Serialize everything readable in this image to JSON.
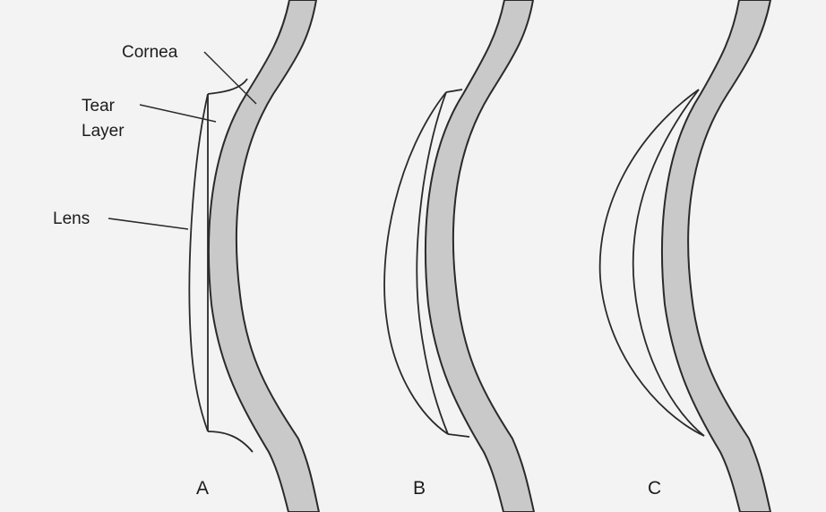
{
  "labels": {
    "cornea": "Cornea",
    "tear_line1": "Tear",
    "tear_line2": "Layer",
    "lens": "Lens"
  },
  "panels": [
    {
      "caption": "A"
    },
    {
      "caption": "B"
    },
    {
      "caption": "C"
    }
  ],
  "colors": {
    "background": "#f3f3f3",
    "cornea_fill": "#c9c9c9",
    "stroke": "#2a2a2a"
  }
}
